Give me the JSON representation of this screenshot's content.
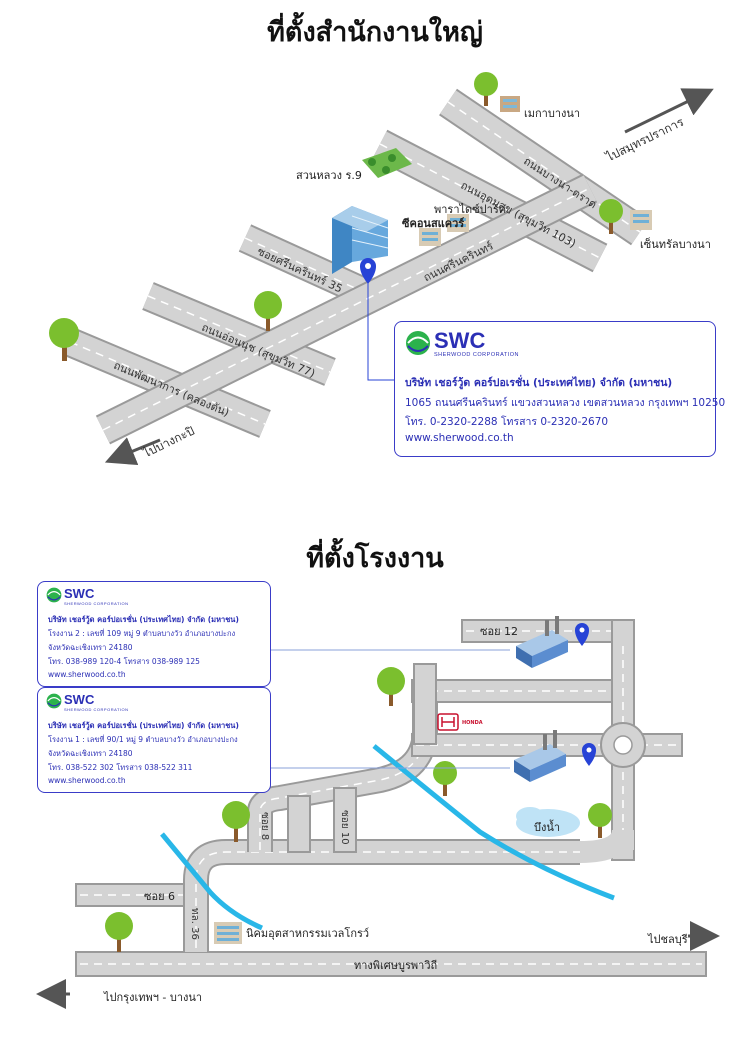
{
  "head_office": {
    "title": "ที่ตั้งสำนักงานใหญ่",
    "places": {
      "mega": "เมกาบางนา",
      "to_samut": "ไปสมุทรปราการ",
      "suan_luang": "สวนหลวง ร.9",
      "paradise": "พาราไดซ์ปาร์ค",
      "seacon": "ซีคอนสแควร์",
      "central": "เซ็นทรัลบางนา",
      "to_bangkapi": "ไปบางกะปิ"
    },
    "roads": {
      "bangna_trat": "ถนนบางนา-ตราด",
      "udomsuk": "ถนนอุดมสุข (สุขุมวิท 103)",
      "srinakarin": "ถนนศรีนครินทร์",
      "soi35": "ซอยศรีนครินทร์ 35",
      "onnut": "ถนนอ่อนนุช (สุขุมวิท 77)",
      "pattanakarn": "ถนนพัฒนาการ (คลองตัน)"
    },
    "card": {
      "logo": "SWC",
      "logo_sub": "SHERWOOD CORPORATION",
      "company": "บริษัท เชอร์วู้ด คอร์ปอเรชั่น (ประเทศไทย) จำกัด (มหาชน)",
      "address": "1065 ถนนศรีนครินทร์ แขวงสวนหลวง เขตสวนหลวง กรุงเทพฯ 10250",
      "phone": "โทร. 0-2320-2288 โทรสาร 0-2320-2670",
      "web": "www.sherwood.co.th"
    }
  },
  "factory": {
    "title": "ที่ตั้งโรงงาน",
    "card2": {
      "logo": "SWC",
      "logo_sub": "SHERWOOD CORPORATION",
      "company": "บริษัท เชอร์วู้ด คอร์ปอเรชั่น (ประเทศไทย) จำกัด (มหาชน)",
      "line1": "โรงงาน 2 : เลขที่ 109 หมู่ 9 ตำบลบางวัว อำเภอบางปะกง",
      "line2": "จังหวัดฉะเชิงเทรา 24180",
      "phone": "โทร. 038-989 120-4  โทรสาร 038-989 125",
      "web": "www.sherwood.co.th"
    },
    "card1": {
      "logo": "SWC",
      "logo_sub": "SHERWOOD CORPORATION",
      "company": "บริษัท เชอร์วู้ด คอร์ปอเรชั่น (ประเทศไทย) จำกัด (มหาชน)",
      "line1": "โรงงาน 1 : เลขที่ 90/1 หมู่ 9 ตำบลบางวัว อำเภอบางปะกง",
      "line2": "จังหวัดฉะเชิงเทรา 24180",
      "phone": "โทร. 038-522 302  โทรสาร 038-522 311",
      "web": "www.sherwood.co.th"
    },
    "places": {
      "honda": "HONDA",
      "pond": "บึงน้ำ",
      "estate": "นิคมอุตสาหกรรมเวลโกรว์",
      "to_chonburi": "ไปชลบุรี",
      "to_bangkok": "ไปกรุงเทพฯ - บางนา"
    },
    "roads": {
      "soi12": "ซอย 12",
      "soi8": "ซอย 8",
      "soi10": "ซอย 10",
      "soi6": "ซอย 6",
      "road36": "ทล. 36",
      "motorway": "ทางพิเศษบูรพาวิถี"
    }
  },
  "colors": {
    "road": "#d3d3d3",
    "road_edge": "#9a9a9a",
    "water": "#29b7e8",
    "brand": "#2b2fb5",
    "pin": "#2743d6",
    "tree": "#7bbf2e",
    "trunk": "#8a5a2b"
  }
}
